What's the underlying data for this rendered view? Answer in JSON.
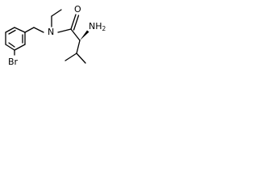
{
  "atoms": {
    "oxygen": "O",
    "nitrogen": "N",
    "bromine": "Br",
    "amine_element": "NH",
    "amine_subscript": "2"
  },
  "colors": {
    "bond": "#000000",
    "background": "#ffffff"
  }
}
